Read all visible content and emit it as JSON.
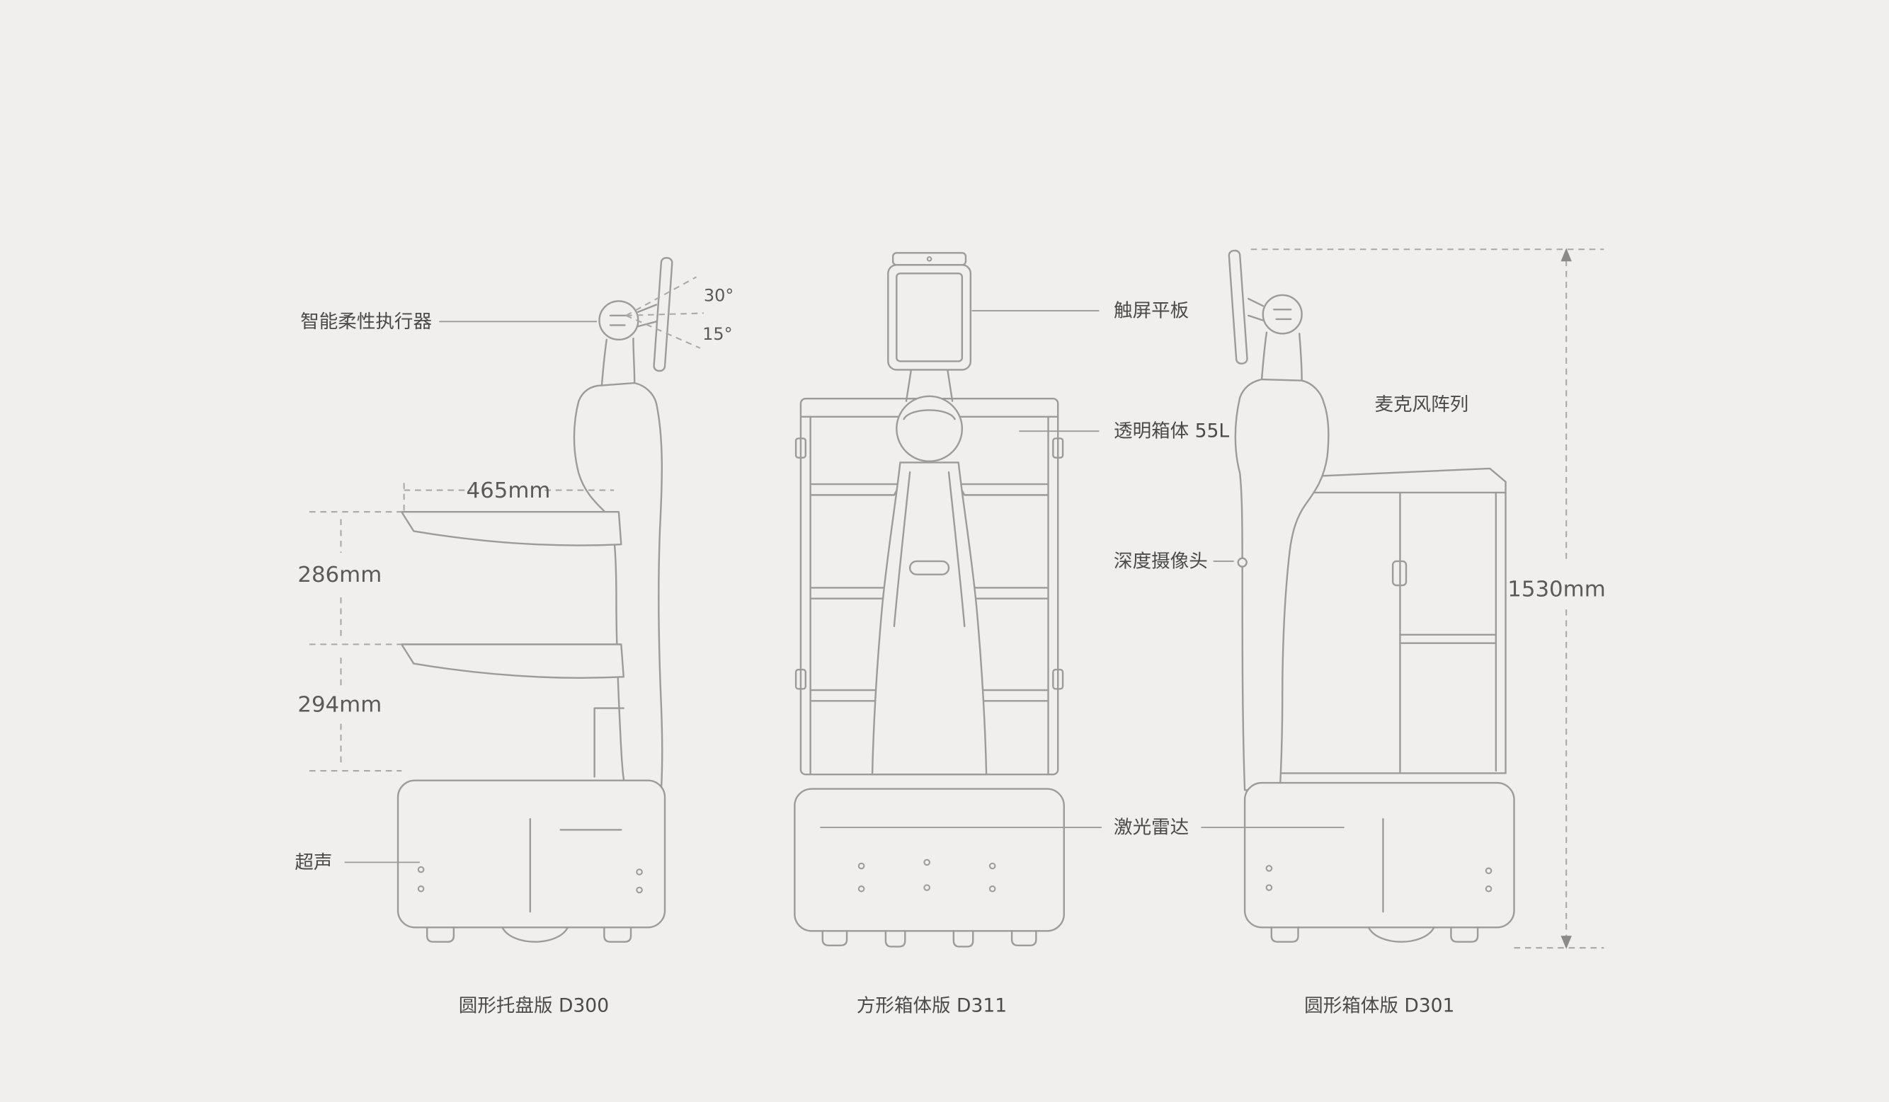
{
  "page": {
    "background": "#f0efee",
    "description": "Three-view technical dimension diagram of a delivery robot family"
  },
  "colors": {
    "line": "#9b9b9b",
    "dash_line": "#a8a8a8",
    "text": "#4a4a4a",
    "dim_text": "#5a5a5a"
  },
  "annotations": {
    "actuator": "智能柔性执行器",
    "angle_upper": "30°",
    "angle_lower": "15°",
    "touchscreen": "触屏平板",
    "transparent_box": "透明箱体 55L",
    "mic_array": "麦克风阵列",
    "depth_camera": "深度摄像头",
    "lidar": "激光雷达",
    "ultrasonic": "超声"
  },
  "dims": {
    "tray_width": "465mm",
    "tray_gap_upper": "286mm",
    "tray_gap_lower": "294mm",
    "total_height": "1530mm"
  },
  "captions": {
    "left": "圆形托盘版 D300",
    "middle": "方形箱体版 D311",
    "right": "圆形箱体版 D301"
  }
}
